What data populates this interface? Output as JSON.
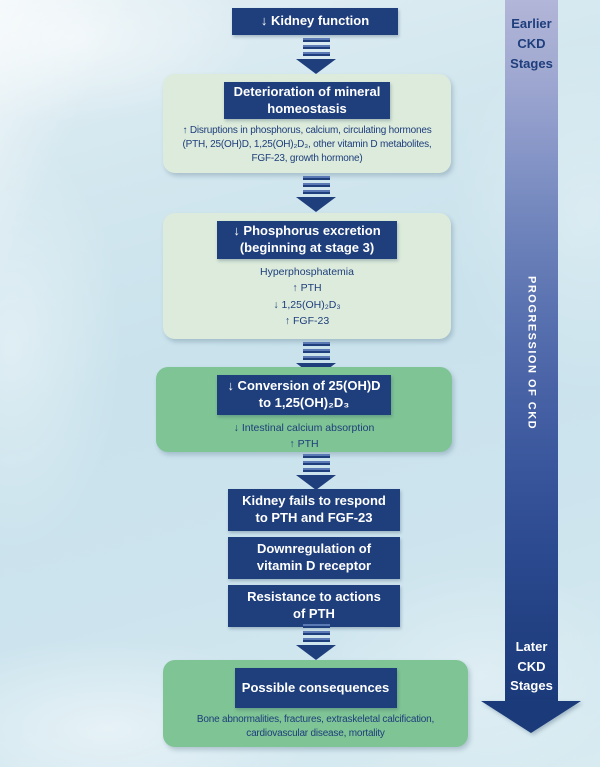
{
  "flow": {
    "kidney_function": "↓ Kidney function",
    "mineral_panel": {
      "heading": "Deterioration of mineral\nhomeostasis",
      "body": "↑ Disruptions in phosphorus, calcium, circulating hormones\n(PTH, 25(OH)D, 1,25(OH)₂D₃, other vitamin D metabolites,\nFGF-23, growth hormone)"
    },
    "phosphorus_panel": {
      "heading": "↓ Phosphorus excretion\n(beginning at stage 3)",
      "items": [
        "Hyperphosphatemia",
        "↑ PTH",
        "↓ 1,25(OH)₂D₃",
        "↑ FGF-23"
      ]
    },
    "conversion_panel": {
      "heading": "↓ Conversion of 25(OH)D\nto 1,25(OH)₂D₃",
      "items": [
        "↓ Intestinal calcium absorption",
        "↑ PTH"
      ]
    },
    "kidney_fails": "Kidney fails to respond\nto PTH and FGF-23",
    "downregulation": "Downregulation of\nvitamin D receptor",
    "resistance": "Resistance to actions\nof PTH",
    "consequences_panel": {
      "heading": "Possible consequences",
      "body": "Bone abnormalities, fractures, extraskeletal calcification,\ncardiovascular disease, mortality"
    }
  },
  "progression_arrow": {
    "earlier": "Earlier\nCKD\nStages",
    "progression": "PROGRESSION OF CKD",
    "later": "Later\nCKD\nStages"
  },
  "palette": {
    "navy": "#1e3e7c",
    "light_green": "#dcebdb",
    "medium_green": "#7fc494",
    "background": "#cfe4ed"
  }
}
